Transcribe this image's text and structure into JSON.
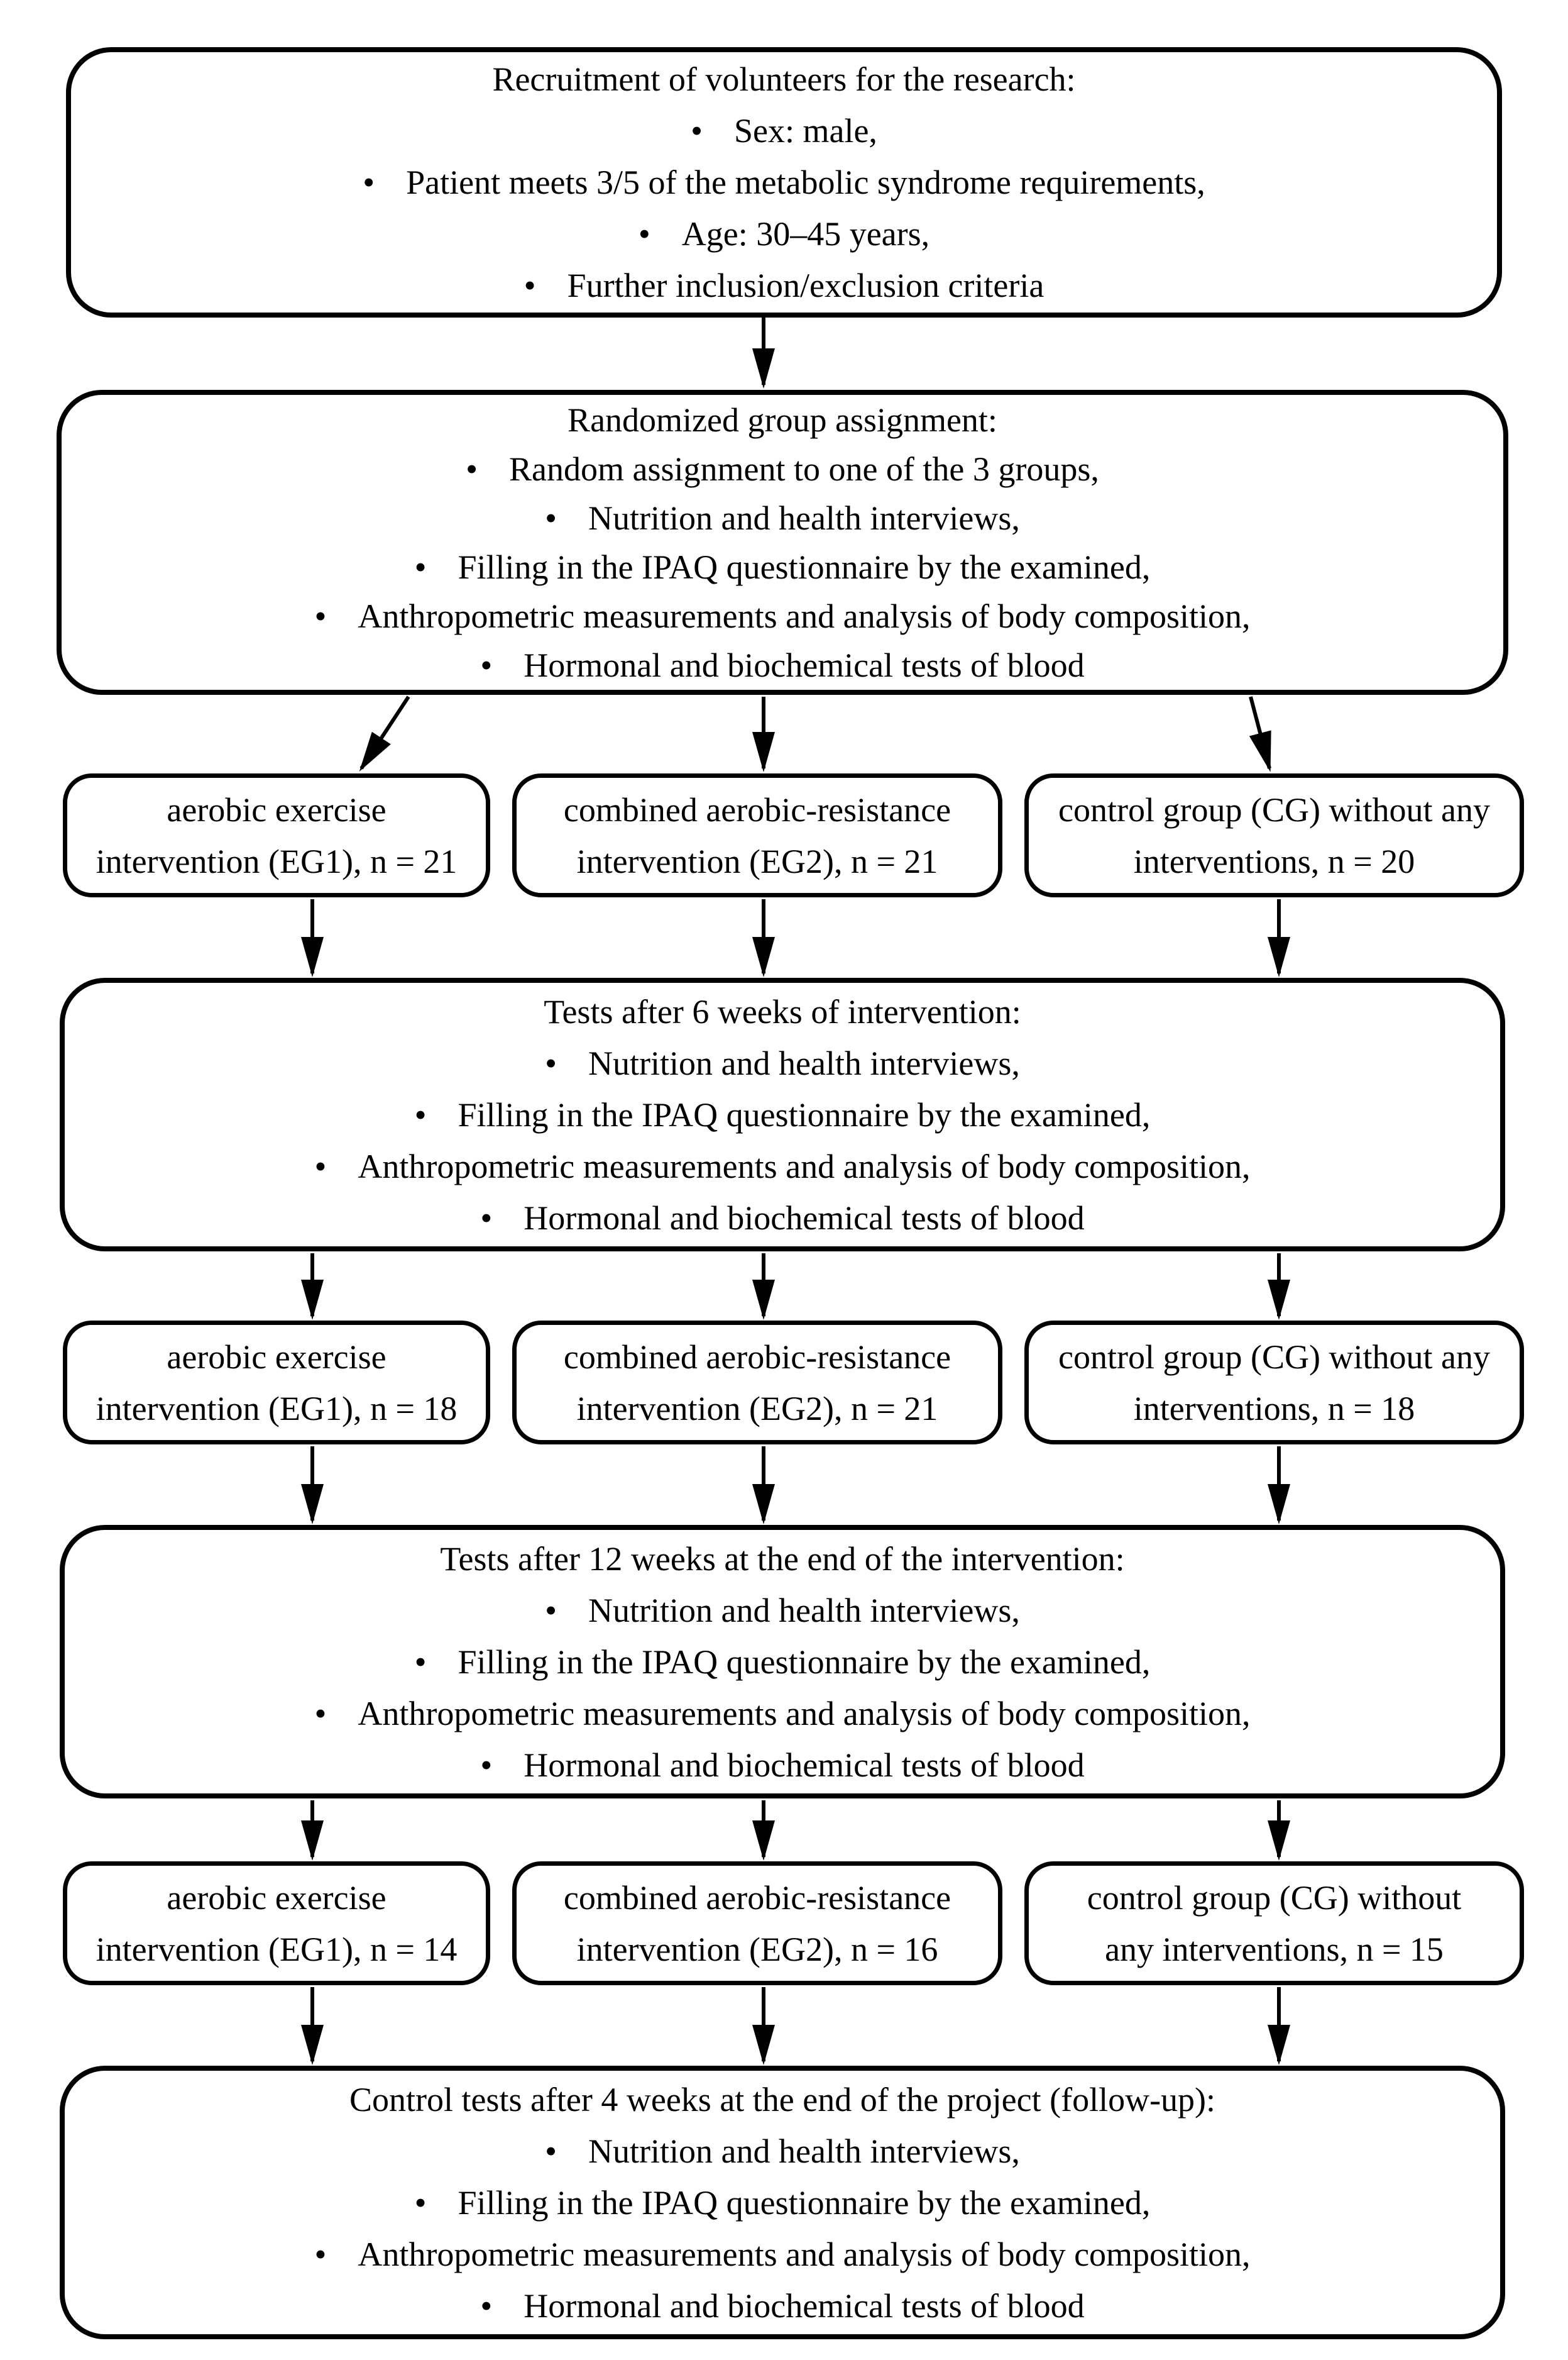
{
  "glyphs": {
    "bullet": "•"
  },
  "colors": {
    "ink": "#000000",
    "paper": "#ffffff"
  },
  "flowchart": {
    "recruitment": {
      "title": "Recruitment of volunteers for the research:",
      "bullets": [
        "Sex: male,",
        "Patient meets 3/5 of the metabolic syndrome requirements,",
        "Age: 30–45 years,",
        "Further inclusion/exclusion criteria"
      ]
    },
    "randomization": {
      "title": "Randomized group assignment:",
      "bullets": [
        "Random assignment to one of the 3 groups,",
        "Nutrition and health interviews,",
        "Filling in the IPAQ questionnaire by the examined,",
        "Anthropometric measurements and analysis of body composition,",
        "Hormonal and biochemical tests of blood"
      ]
    },
    "groups_baseline": [
      {
        "line1": "aerobic exercise",
        "line2": "intervention (EG1), n = 21"
      },
      {
        "line1": "combined aerobic-resistance",
        "line2": "intervention (EG2), n = 21"
      },
      {
        "line1": "control group (CG) without any",
        "line2": "interventions, n = 20"
      }
    ],
    "tests_week6": {
      "title": "Tests after 6 weeks of intervention:",
      "bullets": [
        "Nutrition and health interviews,",
        "Filling in the IPAQ questionnaire by the examined,",
        "Anthropometric measurements and analysis of body composition,",
        "Hormonal and biochemical tests of blood"
      ]
    },
    "groups_week6": [
      {
        "line1": "aerobic exercise",
        "line2": "intervention (EG1), n = 18"
      },
      {
        "line1": "combined aerobic-resistance",
        "line2": "intervention (EG2), n = 21"
      },
      {
        "line1": "control group (CG) without any",
        "line2": "interventions, n = 18"
      }
    ],
    "tests_week12": {
      "title": "Tests after 12 weeks at the end of the intervention:",
      "bullets": [
        "Nutrition and health interviews,",
        "Filling in the IPAQ questionnaire by the examined,",
        "Anthropometric measurements and analysis of body composition,",
        "Hormonal and biochemical tests of blood"
      ]
    },
    "groups_week12": [
      {
        "line1": "aerobic exercise",
        "line2": "intervention (EG1), n = 14"
      },
      {
        "line1": "combined aerobic-resistance",
        "line2": "intervention (EG2), n = 16"
      },
      {
        "line1": "control group (CG) without",
        "line2": "any interventions, n = 15"
      }
    ],
    "followup": {
      "title": "Control tests after 4 weeks at the end of the project (follow-up):",
      "bullets": [
        "Nutrition and health interviews,",
        "Filling in the IPAQ questionnaire by the examined,",
        "Anthropometric measurements and analysis of body composition,",
        "Hormonal and biochemical tests of blood"
      ]
    }
  }
}
